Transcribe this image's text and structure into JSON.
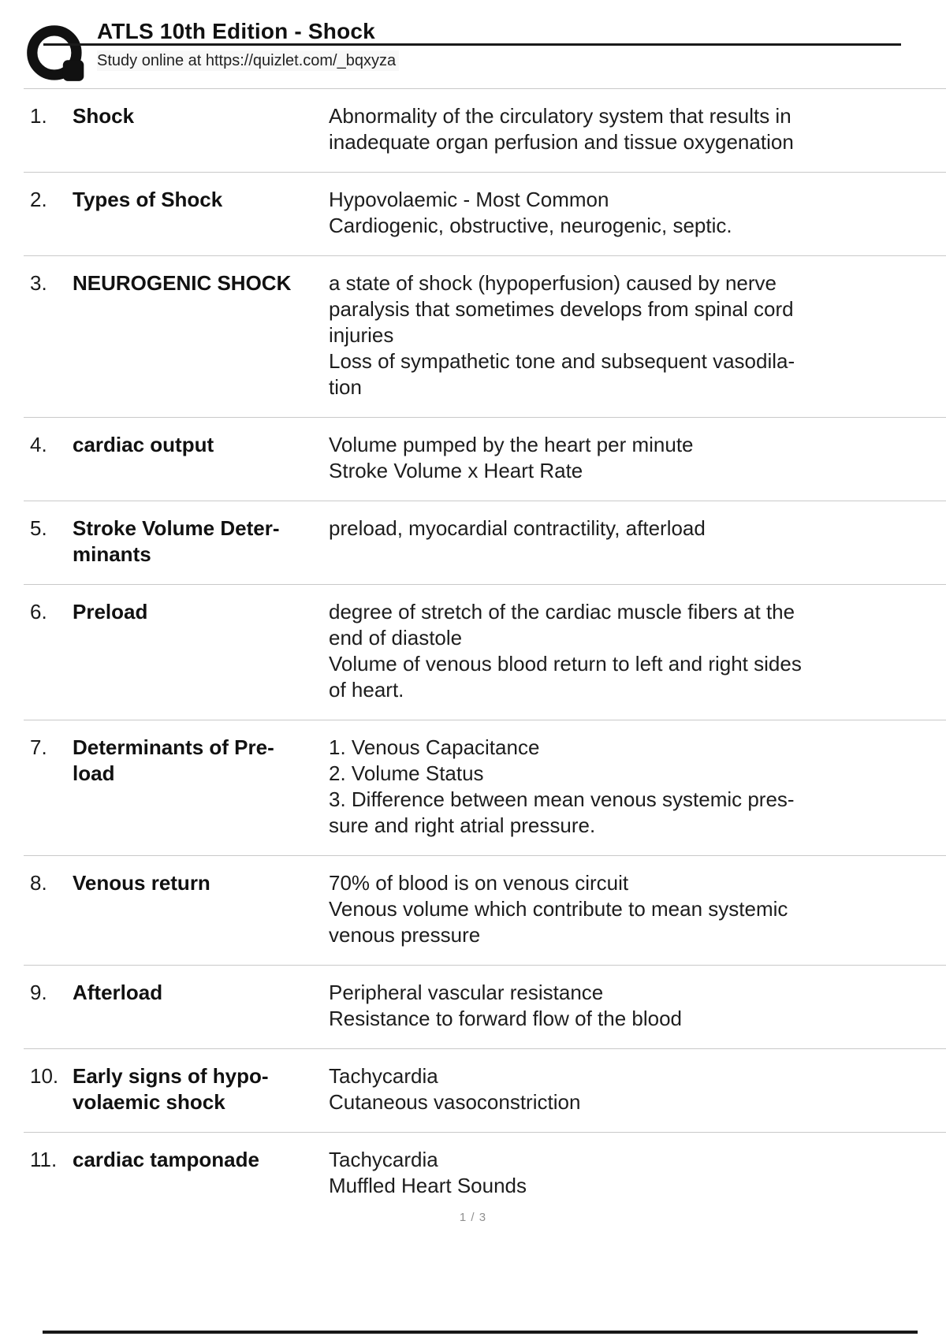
{
  "header": {
    "title": "ATLS 10th Edition - Shock",
    "subtitle": "Study online at https://quizlet.com/_bqxyza",
    "logo_icon": "quizlet-q-logo"
  },
  "cards": [
    {
      "number": "1.",
      "term": "Shock",
      "definition": "Abnormality of the circulatory system that results in\ninadequate organ perfusion and tissue oxygenation"
    },
    {
      "number": "2.",
      "term": "Types of Shock",
      "definition": "Hypovolaemic - Most Common\nCardiogenic, obstructive, neurogenic, septic."
    },
    {
      "number": "3.",
      "term": "NEUROGENIC SHOCK",
      "definition": "a state of shock (hypoperfusion) caused by nerve\nparalysis that sometimes develops from spinal cord\ninjuries\nLoss of sympathetic tone and subsequent vasodila-\ntion"
    },
    {
      "number": "4.",
      "term": "cardiac output",
      "definition": "Volume pumped by the heart per minute\nStroke Volume x Heart Rate"
    },
    {
      "number": "5.",
      "term": "Stroke Volume Deter-\nminants",
      "definition": "preload, myocardial contractility, afterload"
    },
    {
      "number": "6.",
      "term": "Preload",
      "definition": "degree of stretch of the cardiac muscle fibers at the\nend of diastole\nVolume of venous blood return to left and right sides\nof heart."
    },
    {
      "number": "7.",
      "term": "Determinants of Pre-\nload",
      "definition": "1. Venous Capacitance\n2. Volume Status\n3. Difference between mean venous systemic pres-\nsure and right atrial pressure."
    },
    {
      "number": "8.",
      "term": "Venous return",
      "definition": "70% of blood is on venous circuit\nVenous volume which contribute to mean systemic\nvenous pressure"
    },
    {
      "number": "9.",
      "term": "Afterload",
      "definition": "Peripheral vascular resistance\nResistance to forward flow of the blood"
    },
    {
      "number": "10.",
      "term": "Early signs of hypo-\nvolaemic shock",
      "definition": "Tachycardia\nCutaneous vasoconstriction"
    },
    {
      "number": "11.",
      "term": "cardiac tamponade",
      "definition": "Tachycardia\nMuffled Heart Sounds"
    }
  ],
  "footer": {
    "page_indicator": "1 / 3"
  },
  "colors": {
    "text": "#161616",
    "divider": "#c9c9c9",
    "title_rule": "#1a1a1a",
    "page_number": "#909090"
  }
}
